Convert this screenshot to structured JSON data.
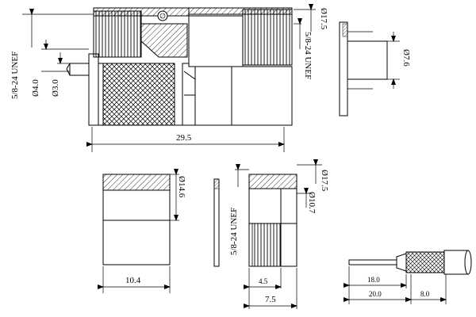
{
  "dimensions": {
    "thread_left": "5/8-24 UNEF",
    "dia_4_0": "Ø4.0",
    "dia_3_0": "Ø3.0",
    "dia_17_5_top": "Ø17.5",
    "thread_right": "5/8-24 UNEF",
    "dia_7_6": "Ø7.6",
    "len_29_5": "29.5",
    "dia_14_6": "Ø14.6",
    "len_10_4": "10.4",
    "thread_nut": "5/8-24 UNEF",
    "dia_17_5_nut": "Ø17.5",
    "dia_10_7": "Ø10.7",
    "len_4_5": "4.5",
    "len_7_5": "7.5",
    "cable_18_0": "18.0",
    "cable_20_0": "20.0",
    "cable_8_0": "8.0"
  }
}
